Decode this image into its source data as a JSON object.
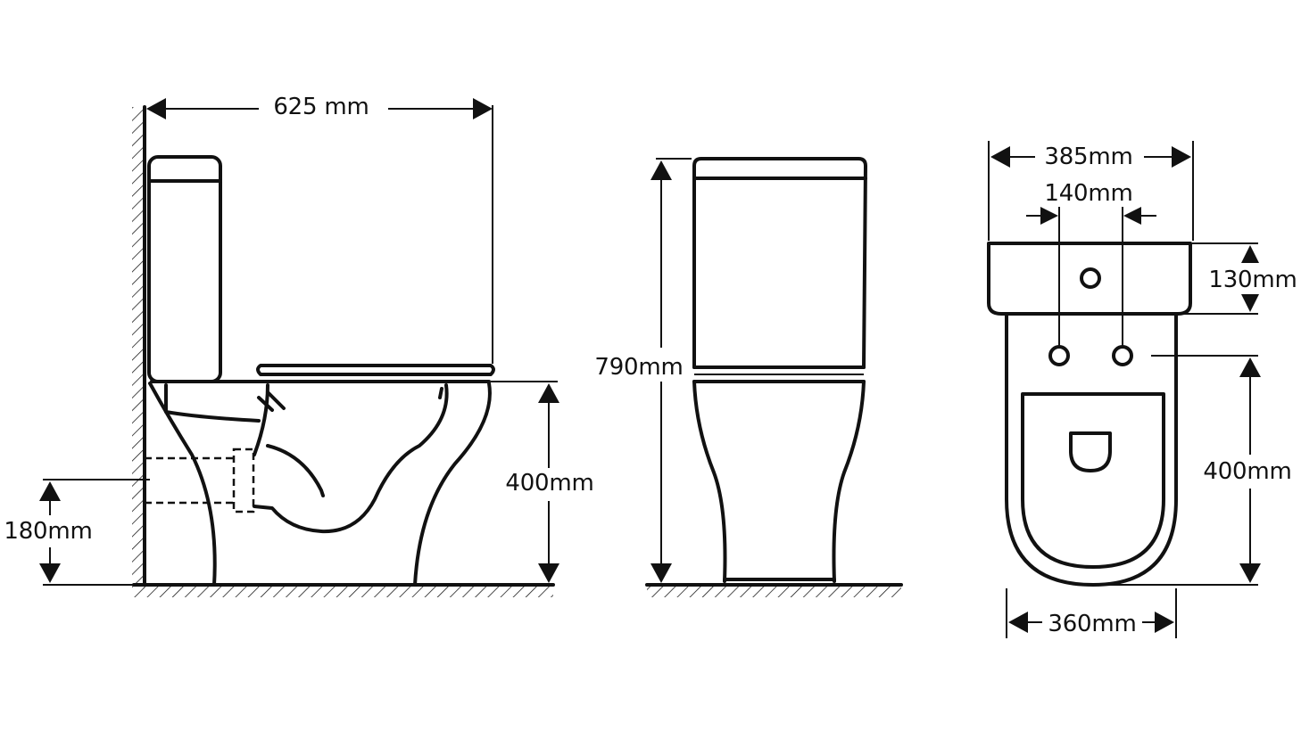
{
  "dimensions": {
    "side_depth": "625 mm",
    "side_seat_height": "400mm",
    "side_outlet_height": "180mm",
    "front_total_height": "790mm",
    "top_overall_width": "385mm",
    "top_hole_spacing": "140mm",
    "top_cistern_depth": "130mm",
    "top_seat_length": "400mm",
    "top_bowl_width": "360mm"
  },
  "colors": {
    "line": "#111111",
    "background": "#ffffff"
  }
}
